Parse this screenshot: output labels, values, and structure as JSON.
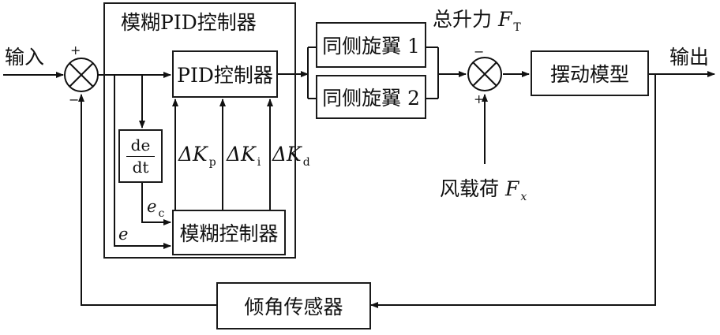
{
  "input_label": "输入",
  "output_label": "输出",
  "fuzzy_pid_title": "模糊PID控制器",
  "pid_controller": "PID控制器",
  "derivative": {
    "num": "de",
    "den": "dt"
  },
  "fuzzy_controller": "模糊控制器",
  "delta_kp": {
    "delta": "ΔK",
    "sub": "p"
  },
  "delta_ki": {
    "delta": "ΔK",
    "sub": "i"
  },
  "delta_kd": {
    "delta": "ΔK",
    "sub": "d"
  },
  "ec_label": {
    "sym": "e",
    "sub": "c"
  },
  "e_label": "e",
  "rotor1": "同侧旋翼 1",
  "rotor2": "同侧旋翼 2",
  "total_lift": {
    "text": "总升力 ",
    "sym": "F",
    "sub": "T"
  },
  "swing_model": "摆动模型",
  "wind_load": {
    "text": "风载荷 ",
    "sym": "F",
    "sub": "x"
  },
  "tilt_sensor": "倾角传感器",
  "sum1_signs": {
    "top": "+",
    "bottom": "−"
  },
  "sum2_signs": {
    "top": "−",
    "bottom": "+"
  }
}
